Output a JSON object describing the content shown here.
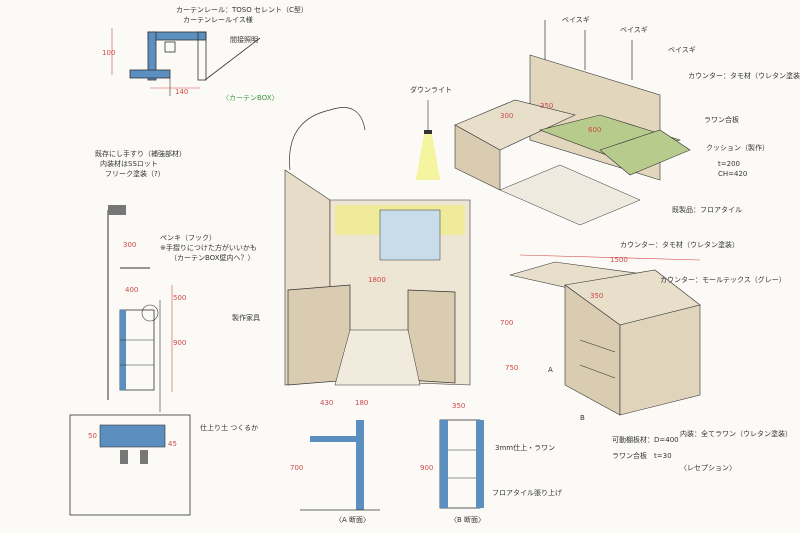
{
  "labels": {
    "box_top": "カーテンレール：TOSO セレント（C型）",
    "box_top2": "カーテンレールイス様",
    "box_light": "間接照明",
    "box_caption": "〈カーテンBOX〉",
    "box_dim_100": "100",
    "box_dim_140": "140",
    "spot": "ダウンライト",
    "shelf_note1": "既存にし手すり（補強部材）",
    "shelf_note2": "内装材はSSロット",
    "shelf_note3": "フリーク塗装（?）",
    "shelf_note4": "ペンキ（フック）",
    "shelf_note5": "※手摺りにつけた方がいいかも",
    "shelf_note6": "（カーテンBOX壁内へ？）",
    "dim_300": "300",
    "dim_400": "400",
    "dim_900": "900",
    "dim_500": "500",
    "dim_1800": "1800",
    "zoukei": "製作家具",
    "wall1": "ベイスギ",
    "wall2": "ベイスギ",
    "wall3": "ベイスギ",
    "counter_top": "カウンター：タモ材（ウレタン塗装）",
    "rack_label": "ラワン合板",
    "cushion": "クッション（製作）",
    "cushion2": "t=200",
    "cushion3": "CH=420",
    "floor": "既製品：フロアタイル",
    "dim_300b": "300",
    "dim_350": "350",
    "dim_600": "600",
    "counter2_top": "カウンター：タモ材（ウレタン塗装）",
    "counter2_panel": "カウンター：モールテックス（グレー）",
    "dim_1500": "1500",
    "dim_350b": "350",
    "dim_700": "700",
    "dim_750": "750",
    "dim_a": "A",
    "dim_b": "B",
    "shelf_mov": "可動棚板材：D=400",
    "shelf_mat": "ラワン合板　t=30",
    "shelf_inner": "内装：全てラワン（ウレタン塗装）",
    "recep": "〈レセプション〉",
    "sec_note": "仕上り土 つくるか",
    "sec_a": "〈A 断面〉",
    "sec_b": "〈B 断面〉",
    "sec_a_dim1": "430",
    "sec_a_dim2": "180",
    "sec_a_dim3": "700",
    "sec_b_dim1": "350",
    "sec_b_dim2": "900",
    "sec_b_note1": "3mm仕上・ラワン",
    "sec_b_note2": "フロアタイル張り上げ",
    "sec_dim_a": "50",
    "sec_dim_b": "45",
    "persp_dim": "1800"
  }
}
